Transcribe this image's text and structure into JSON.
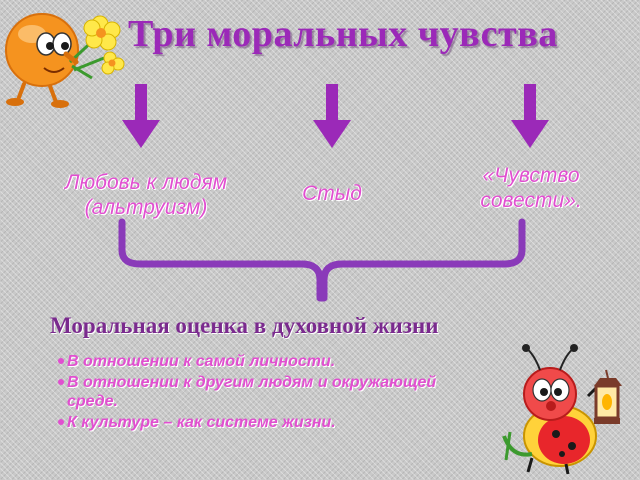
{
  "slide": {
    "title": "Три моральных чувства",
    "feelings": [
      {
        "line1": "Любовь к людям",
        "line2": "(альтруизм)"
      },
      {
        "line1": "Стыд",
        "line2": ""
      },
      {
        "line1": "«Чувство",
        "line2": "совести»."
      }
    ],
    "evaluation_heading": "Моральная оценка в духовной жизни",
    "points": [
      "В отношении к самой личности.",
      "В отношении к другим людям и окружающей среде.",
      "К культуре – как системе жизни."
    ]
  },
  "colors": {
    "title": "#9b29b8",
    "feeling_text": "#e14fd0",
    "arrow": "#9b29b8",
    "brace": "#8a3ab9"
  },
  "icons": [
    "orange-flower-character-icon",
    "down-arrow-icon",
    "curly-brace-icon",
    "ladybug-lantern-character-icon"
  ]
}
